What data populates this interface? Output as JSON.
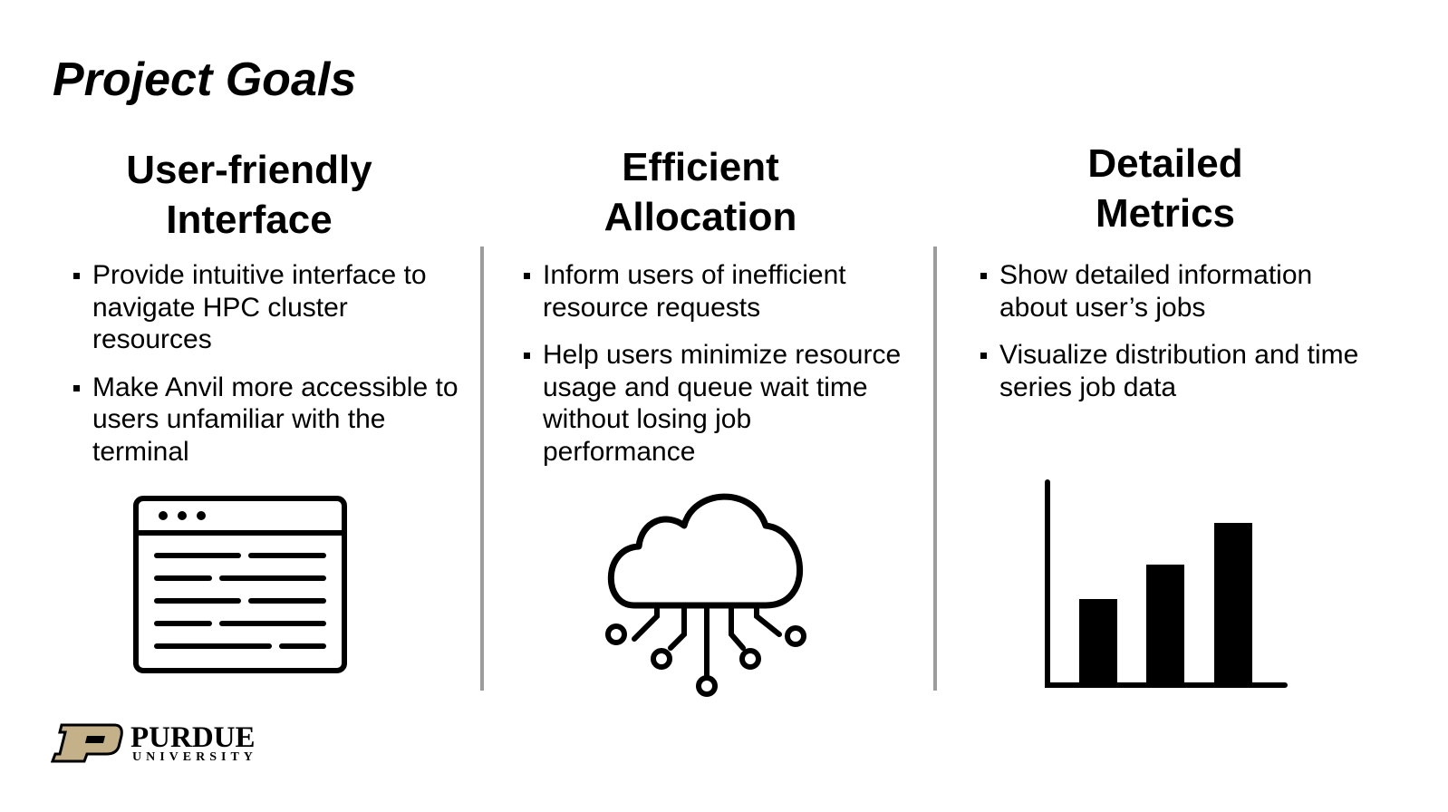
{
  "slide": {
    "title": "Project Goals",
    "columns": [
      {
        "heading_line1": "User-friendly",
        "heading_line2": "Interface",
        "bullets": [
          "Provide intuitive interface to navigate HPC cluster resources",
          "Make Anvil more accessible to users unfamiliar with the terminal"
        ],
        "icon": "browser-window-icon"
      },
      {
        "heading_line1": "Efficient",
        "heading_line2": "Allocation",
        "bullets": [
          "Inform users of inefficient resource requests",
          "Help users minimize resource usage and queue wait time without losing job performance"
        ],
        "icon": "cloud-network-icon"
      },
      {
        "heading_line1": "Detailed",
        "heading_line2": "Metrics",
        "bullets": [
          "Show detailed information about user’s jobs",
          "Visualize distribution and time series job data"
        ],
        "icon": "bar-chart-icon"
      }
    ],
    "logo": {
      "name": "PURDUE",
      "sub": "UNIVERSITY"
    },
    "colors": {
      "divider": "#9c9c9c",
      "logo_gold": "#c4b18a"
    }
  }
}
